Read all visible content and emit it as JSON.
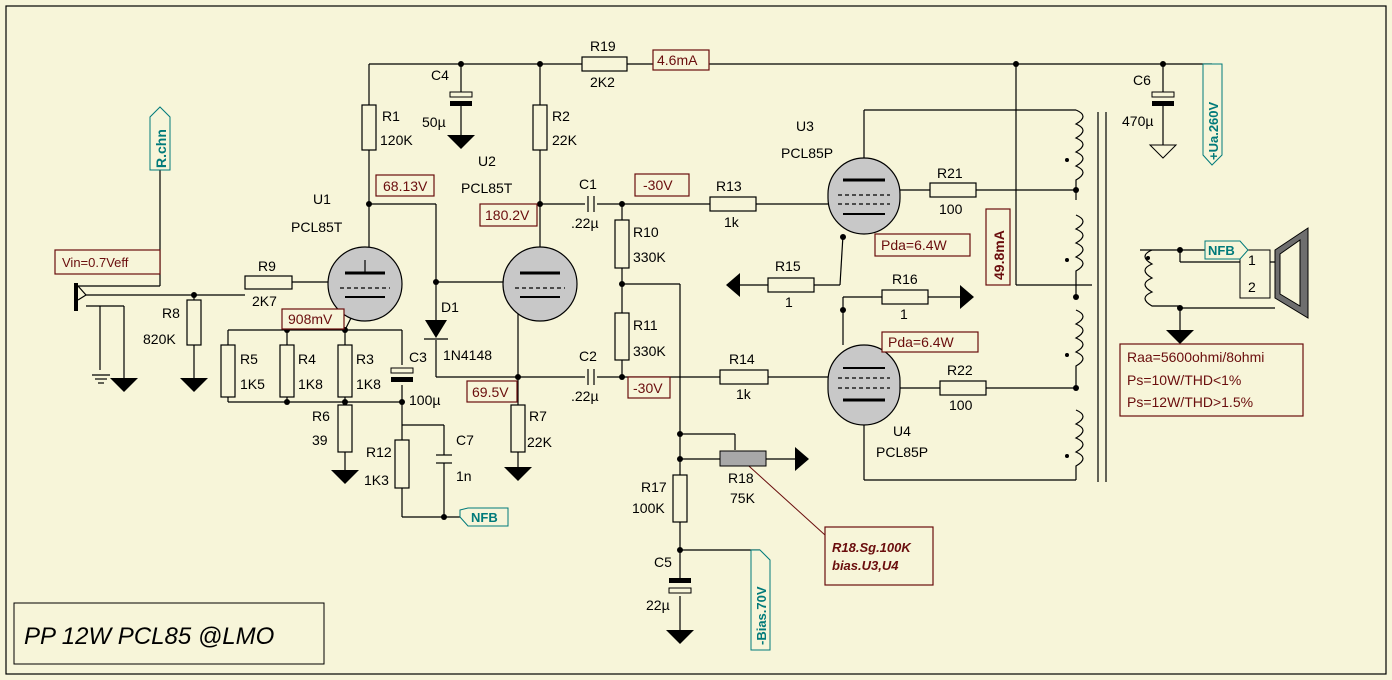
{
  "title": "PP 12W PCL85 @LMO",
  "tubes": {
    "u1": {
      "ref": "U1",
      "type": "PCL85T"
    },
    "u2": {
      "ref": "U2",
      "type": "PCL85T"
    },
    "u3": {
      "ref": "U3",
      "type": "PCL85P"
    },
    "u4": {
      "ref": "U4",
      "type": "PCL85P"
    }
  },
  "resistors": {
    "r1": {
      "ref": "R1",
      "value": "120K"
    },
    "r2": {
      "ref": "R2",
      "value": "22K"
    },
    "r3": {
      "ref": "R3",
      "value": "1K8"
    },
    "r4": {
      "ref": "R4",
      "value": "1K8"
    },
    "r5": {
      "ref": "R5",
      "value": "1K5"
    },
    "r6": {
      "ref": "R6",
      "value": "39"
    },
    "r7": {
      "ref": "R7",
      "value": "22K"
    },
    "r8": {
      "ref": "R8",
      "value": "820K"
    },
    "r9": {
      "ref": "R9",
      "value": "2K7"
    },
    "r10": {
      "ref": "R10",
      "value": "330K"
    },
    "r11": {
      "ref": "R11",
      "value": "330K"
    },
    "r12": {
      "ref": "R12",
      "value": "1K3"
    },
    "r13": {
      "ref": "R13",
      "value": "1k"
    },
    "r14": {
      "ref": "R14",
      "value": "1k"
    },
    "r15": {
      "ref": "R15",
      "value": "1"
    },
    "r16": {
      "ref": "R16",
      "value": "1"
    },
    "r17": {
      "ref": "R17",
      "value": "100K"
    },
    "r18": {
      "ref": "R18",
      "value": "75K"
    },
    "r19": {
      "ref": "R19",
      "value": "2K2"
    },
    "r21": {
      "ref": "R21",
      "value": "100"
    },
    "r22": {
      "ref": "R22",
      "value": "100"
    }
  },
  "capacitors": {
    "c1": {
      "ref": "C1",
      "value": ".22µ"
    },
    "c2": {
      "ref": "C2",
      "value": ".22µ"
    },
    "c3": {
      "ref": "C3",
      "value": "100µ"
    },
    "c4": {
      "ref": "C4",
      "value": "50µ"
    },
    "c5": {
      "ref": "C5",
      "value": "22µ"
    },
    "c6": {
      "ref": "C6",
      "value": "470µ"
    },
    "c7": {
      "ref": "C7",
      "value": "1n"
    }
  },
  "diode": {
    "ref": "D1",
    "value": "1N4148"
  },
  "speaker_pins": {
    "p1": "1",
    "p2": "2"
  },
  "probes": {
    "vin": "Vin=0.7Veff",
    "u1_plate": "68.13V",
    "u1_cathode": "908mV",
    "u2_plate": "180.2V",
    "u2_cathode": "69.5V",
    "grid_u3": "-30V",
    "grid_u4": "-30V",
    "r19_current": "4.6mA",
    "output_current": "49.8mA",
    "pda_u3": "Pda=6.4W",
    "pda_u4": "Pda=6.4W"
  },
  "ports": {
    "rchn": "R.chn",
    "nfb_in": "NFB",
    "nfb_out": "NFB",
    "supply": "+Ua.260V",
    "bias": "-Bias.70V"
  },
  "notes": {
    "r18_line1": "R18.Sg.100K",
    "r18_line2": "bias.U3,U4",
    "spec1": "Raa=5600ohmi/8ohmi",
    "spec2": "Ps=10W/THD<1%",
    "spec3": "Ps=12W/THD>1.5%"
  },
  "colors": {
    "background": "#f7f5d9",
    "probe": "#6a0d0d",
    "port": "#007a7a",
    "tube": "#c8c8c8"
  }
}
